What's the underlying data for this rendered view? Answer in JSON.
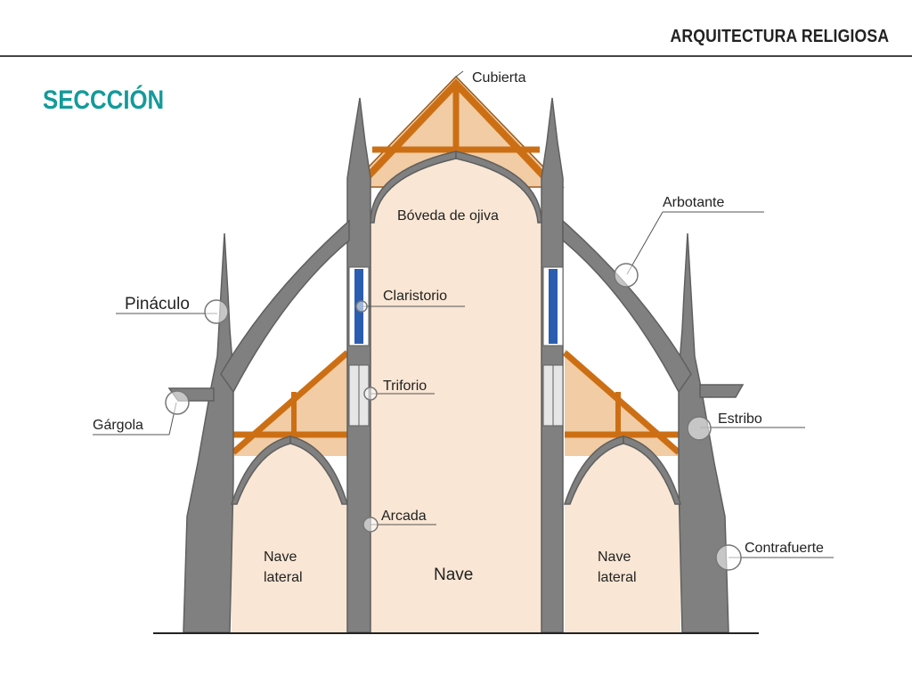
{
  "header": {
    "title": "ARQUITECTURA RELIGIOSA"
  },
  "section": {
    "title": "SECCCIÓN"
  },
  "diagram": {
    "labels": {
      "cubierta": "Cubierta",
      "boveda": "Bóveda de ojiva",
      "arbotante": "Arbotante",
      "pinaculo": "Pináculo",
      "claristorio": "Claristorio",
      "triforio": "Triforio",
      "gargola": "Gárgola",
      "estribo": "Estribo",
      "arcada": "Arcada",
      "contrafuerte": "Contrafuerte",
      "nave": "Nave",
      "nave_lateral_left_1": "Nave",
      "nave_lateral_left_2": "lateral",
      "nave_lateral_right_1": "Nave",
      "nave_lateral_right_2": "lateral"
    },
    "colors": {
      "stone": "#808080",
      "stone_dark": "#5f5f5f",
      "interior": "#f9e6d4",
      "roof_fill": "#f1cca4",
      "timber": "#cc6f14",
      "window_blue": "#2a5db0",
      "accent_teal": "#149a9a"
    }
  }
}
